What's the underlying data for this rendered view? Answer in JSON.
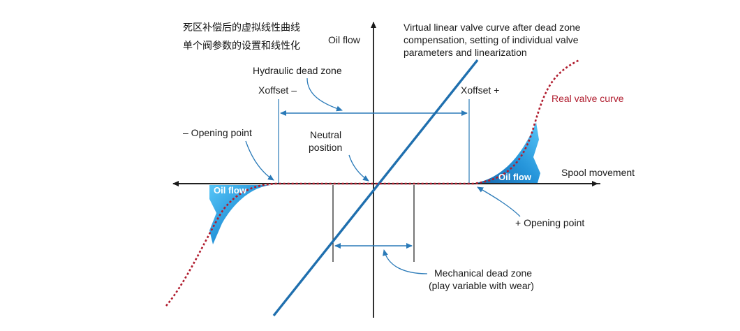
{
  "caption_cn": {
    "line1": "死区补偿后的虚拟线性曲线",
    "line2": "单个阀参数的设置和线性化"
  },
  "axes": {
    "y_label": "Oil flow",
    "x_label": "Spool movement"
  },
  "labels": {
    "virtual_line1": "Virtual linear valve curve after dead zone",
    "virtual_line2": "compensation, setting of individual valve",
    "virtual_line3": "parameters and linearization",
    "hydraulic_dead_zone": "Hydraulic dead zone",
    "xoffset_minus": "Xoffset –",
    "xoffset_plus": "Xoffset +",
    "real_valve_curve": "Real valve curve",
    "opening_point_minus": "– Opening point",
    "neutral_line1": "Neutral",
    "neutral_line2": "position",
    "oil_flow_left": "Oil flow",
    "oil_flow_right": "Oil flow",
    "opening_point_plus": "+ Opening point",
    "mechanical_line1": "Mechanical dead zone",
    "mechanical_line2": "(play variable with wear)"
  },
  "colors": {
    "axis": "#1a1a1a",
    "linear_curve": "#1f6fae",
    "real_curve": "#b01c2e",
    "annotation": "#2a7ab8",
    "oil_flow_fill": "#1a8fd8"
  }
}
